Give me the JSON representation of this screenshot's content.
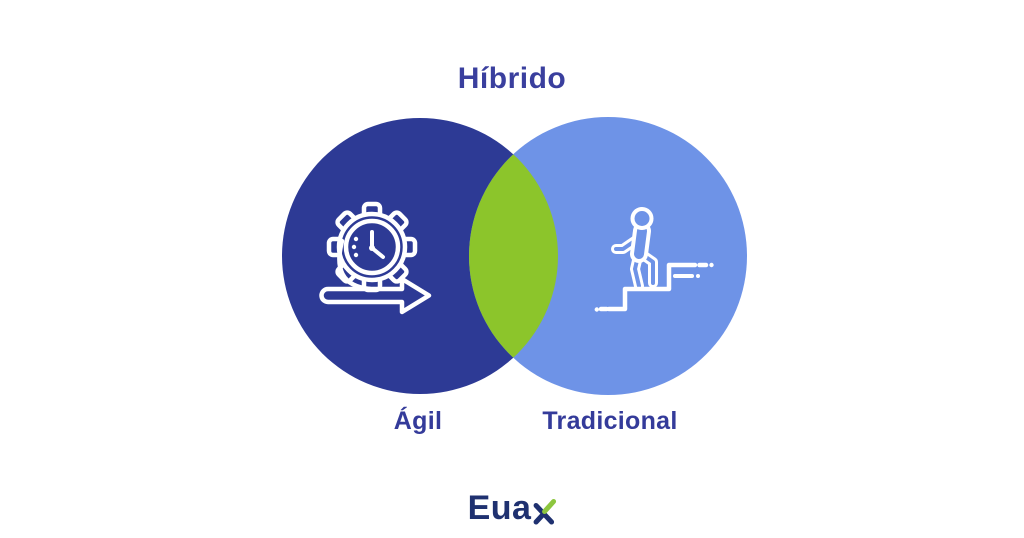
{
  "title": {
    "text": "Híbrido",
    "color": "#3a3f9e"
  },
  "venn": {
    "label_color": "#343b9a",
    "icon_color": "#ffffff",
    "left_circle": {
      "label": "Ágil",
      "color": "#2d3a95",
      "icon": "agile-sprint-icon"
    },
    "right_circle": {
      "label": "Tradicional",
      "color": "#6e93e7",
      "icon": "person-climbing-stairs-icon"
    },
    "overlap": {
      "meaning": "Híbrido",
      "color": "#8cc52b"
    }
  },
  "logo": {
    "text_full": "Euax",
    "text_main": "Eua",
    "color": "#1f3170",
    "accent_color": "#8dc63f"
  }
}
